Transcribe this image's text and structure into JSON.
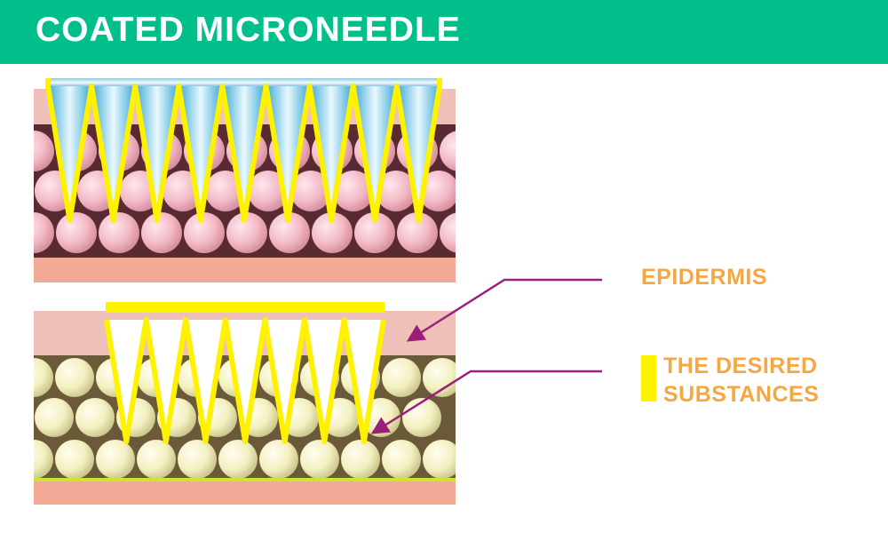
{
  "header": {
    "title": "COATED MICRONEEDLE"
  },
  "legend": {
    "epidermis": "EPIDERMIS",
    "substances_line1": "THE DESIRED",
    "substances_line2": "SUBSTANCES"
  },
  "colors": {
    "header": "#00bf8a",
    "label": "#f5a742",
    "coating": "#fff200",
    "arrow": "#9b1f7a"
  }
}
